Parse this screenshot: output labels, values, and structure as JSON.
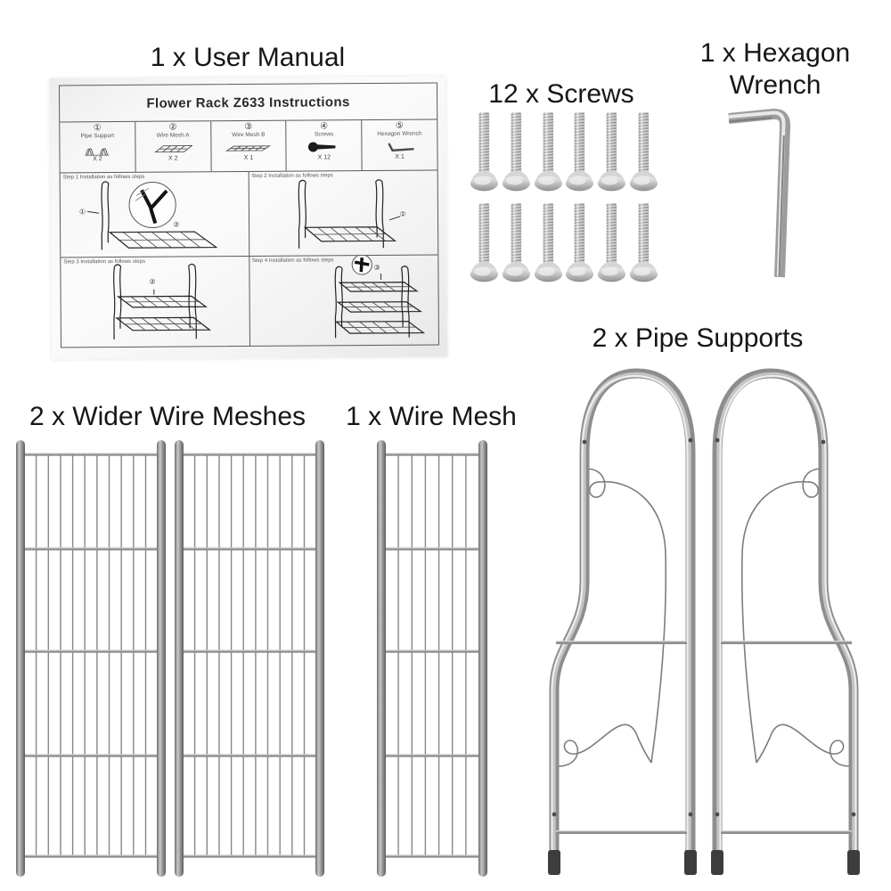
{
  "sections": {
    "user_manual": {
      "label": "1 x User Manual"
    },
    "screws": {
      "label": "12 x Screws",
      "rows": 2,
      "cols": 6
    },
    "hexagon_wrench": {
      "label_line1": "1 x Hexagon",
      "label_line2": "Wrench"
    },
    "pipe_supports": {
      "label": "2 x Pipe Supports"
    },
    "wider_wire_meshes": {
      "label": "2 x Wider Wire Meshes"
    },
    "wire_mesh": {
      "label": "1 x Wire Mesh"
    }
  },
  "manual": {
    "title": "Flower Rack Z633 Instructions",
    "parts": [
      {
        "num": "①",
        "name": "Pipe Support",
        "qty": "X 2",
        "icon": "pipe-support-icon"
      },
      {
        "num": "②",
        "name": "Wire Mesh A",
        "qty": "X 2",
        "icon": "wire-mesh-a-icon"
      },
      {
        "num": "③",
        "name": "Wire Mesh B",
        "qty": "X 1",
        "icon": "wire-mesh-b-icon"
      },
      {
        "num": "④",
        "name": "Screws",
        "qty": "X 12",
        "icon": "screw-icon"
      },
      {
        "num": "⑤",
        "name": "Hexagon Wrench",
        "qty": "X 1",
        "icon": "hexagon-wrench-icon"
      }
    ],
    "steps": [
      {
        "label": "Step 1 Installation as follows steps",
        "callout_a": "①",
        "callout_b": "②"
      },
      {
        "label": "Step 2 Installation as follows steps",
        "callout_a": "①",
        "callout_b": ""
      },
      {
        "label": "Step 3 Installation as follows steps",
        "callout_a": "②",
        "callout_b": ""
      },
      {
        "label": "Step 4 Installation as follows steps",
        "callout_a": "③",
        "callout_b": ""
      }
    ]
  },
  "colors": {
    "metal_mid": "#999999",
    "metal_light": "#e6e6e6",
    "metal_dark": "#6f6f6f",
    "foot_cap": "#3d3d3d",
    "text": "#161616"
  }
}
